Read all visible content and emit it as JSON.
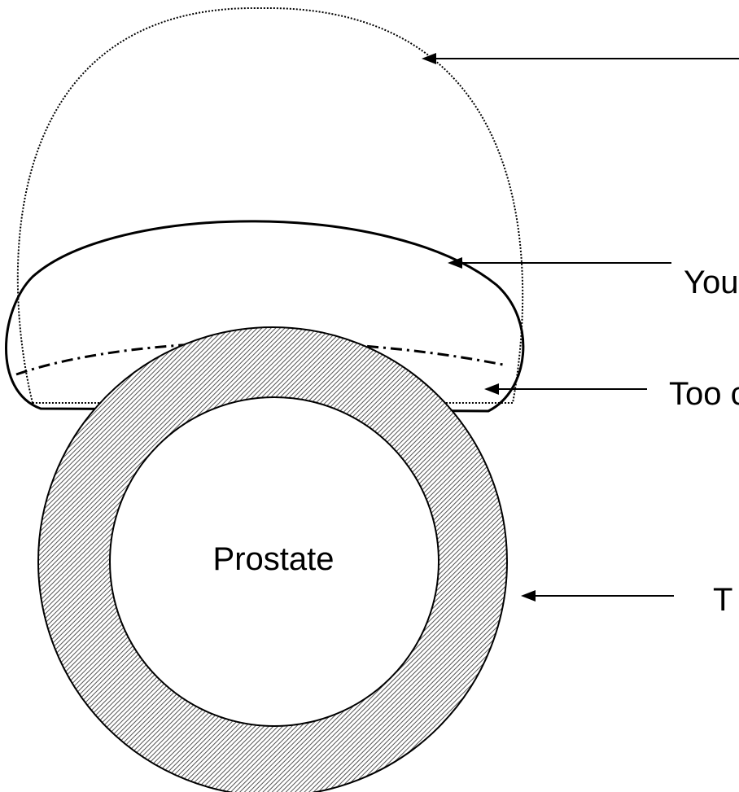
{
  "center_label": "Prostate",
  "labels": {
    "outer_dotted": "",
    "solid_shape": "You",
    "dash_dot_line": "Too c",
    "ring": "T"
  },
  "colors": {
    "stroke": "#000000",
    "background": "#ffffff",
    "hatch": "#555555"
  }
}
